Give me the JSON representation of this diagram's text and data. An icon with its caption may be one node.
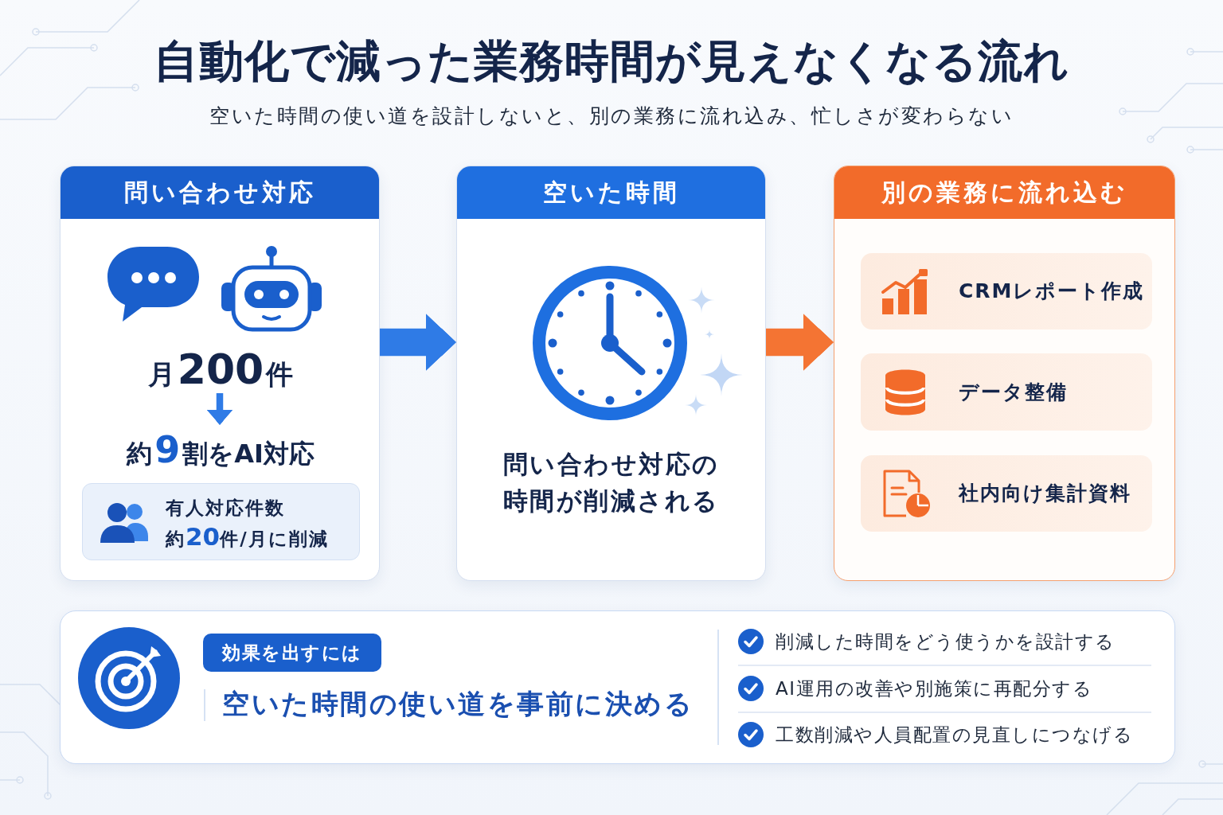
{
  "diagram": {
    "title": "自動化で減った業務時間が見えなくなる流れ",
    "nodes": [
      {
        "text": [
          "問い合わせ対応"
        ]
      },
      {
        "text": [
          "月**200**件"
        ],
        "in": 0
      },
      {
        "text": [
          "約**9**割をAI対応"
        ],
        "in": 0
      },
      {
        "text": [
          "有人対応件数",
          "約**20**件/月に削減"
        ],
        "in": 0
      },
      {
        "text": [
          "空いた時間",
          "問い合わせ対応の時間が削減される"
        ]
      },
      {
        "text": [
          "別の業務に流れ込む"
        ]
      },
      {
        "text": [
          "CRMレポート作成"
        ],
        "in": 5
      },
      {
        "text": [
          "データ整備"
        ],
        "in": 5
      },
      {
        "text": [
          "社内向け集計資料"
        ],
        "in": 5
      },
      {
        "text": [
          "空いた時間の使い道を事前に決める",
          "削減した時間をどう使うかを設計する",
          "AI運用の改善や別施策に再配分する",
          "工数削減や人員配置の見直しにつなげる"
        ]
      },
      {
        "text": [
          "効果を出すには"
        ],
        "in": 9
      }
    ],
    "edges": [
      {
        "from": 1,
        "to": 2,
        "arrow": "to"
      },
      {
        "from": 0,
        "to": 4,
        "arrow": "to"
      },
      {
        "from": 4,
        "to": 5,
        "arrow": "to",
        "color": "#f47433"
      }
    ],
    "labels": [
      "空いた時間の使い道を設計しないと、別の業務に流れ込み、忙しさが変わらない"
    ]
  }
}
